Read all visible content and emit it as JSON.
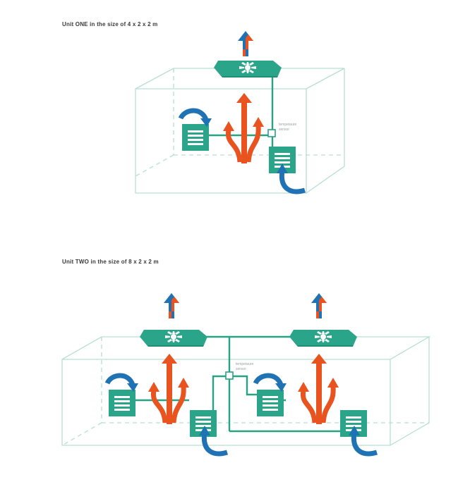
{
  "units": [
    {
      "title": "Unit ONE in the size of 4 x 2 x 2 m",
      "sensor_label": [
        "tempetaure",
        "sensor"
      ]
    },
    {
      "title": "Unit TWO in the size of 8 x 2 x 2 m",
      "sensor_label": [
        "tempetaure",
        "sensor"
      ]
    }
  ],
  "colors": {
    "box_outline": "#b7dfd3",
    "unit_teal": "#2aa58a",
    "pipe_teal": "#27a283",
    "hot_arrow": "#e8531f",
    "cold_arrow": "#1f73b5"
  }
}
